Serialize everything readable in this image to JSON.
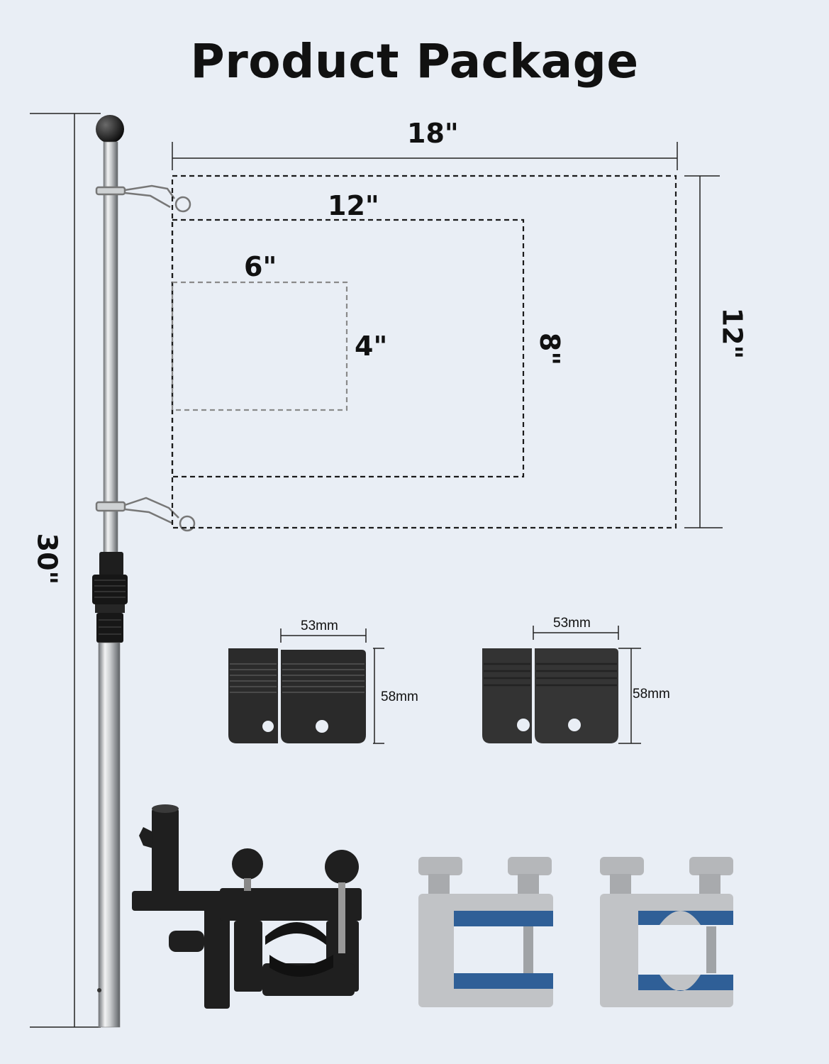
{
  "title": "Product Package",
  "dimensions": {
    "pole_height": "30\"",
    "large_flag_width": "18\"",
    "large_flag_height": "12\"",
    "medium_flag_width": "12\"",
    "medium_flag_height": "8\"",
    "small_flag_width": "6\"",
    "small_flag_height": "4\"",
    "weight_width_1": "53mm",
    "weight_height_1": "58mm",
    "weight_width_2": "53mm",
    "weight_height_2": "58mm"
  },
  "colors": {
    "background": "#e9eef5",
    "clamp_blue": "#2f5f97",
    "clamp_gray": "#b9bcc0",
    "black_parts": "#1f1f1f"
  }
}
